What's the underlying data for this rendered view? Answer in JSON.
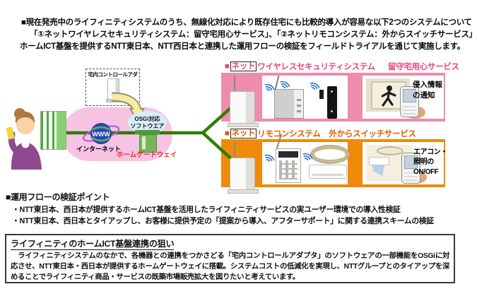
{
  "header": {
    "line1": "■現在発売中のライフィニティシステムのうち、無線化対応により既存住宅にも比較的導入が容易な以下2つのシステムについて",
    "line2": "「①ネットワイヤレスセキュリティシステム：留守宅用心サービス」、「②ネットリモコンシステム：外からスイッチサービス」",
    "line3": "ホームICT基盤を提供するNTT東日本、NTT西日本と連携した運用フローの検証をフィールドトライアルを通じて実施します。"
  },
  "diagram": {
    "adapter_label": "宅内コントロールアダプタ",
    "osgi_lines": [
      "OSGi対応",
      "ソフトウエア"
    ],
    "www_label": "WWW",
    "internet_label": "インターネット",
    "gateway_label": "ホームゲートウェイ"
  },
  "security_system": {
    "bullet": "■",
    "boxed_word": "ネット",
    "title": "ワイヤレスセキュリティシステム",
    "service": "留守宅用心サービス",
    "callout_lines": [
      "侵入情報",
      "の通知"
    ]
  },
  "remote_system": {
    "bullet": "■",
    "boxed_word": "ネット",
    "title": "リモコンシステム",
    "service": "外からスイッチサービス",
    "callout_lines": [
      "エアコン・",
      "照明の",
      "ON/OFF"
    ]
  },
  "verification": {
    "heading": "■運用フローの検証ポイント",
    "bullets": [
      "・NTT東日本、西日本が提供するホームICT基盤を活用したライフィニティサービスの実ユーザー環境での導入性検証",
      "・NTT東日本、西日本とタイアップし、お客様に提供予定の「提案から導入、アフターサポート」に関する連携スキームの検証"
    ]
  },
  "aim_box": {
    "title": "ライフィニティのホームICT基盤連携の狙い",
    "body": "　ライフィニティシステムのなかで、各機器との連携をつかさどる「宅内コントロールアダプタ」のソフトウェアの一部機能をOSGiに対応させ、NTT東日本・西日本が提供するホームゲートウェイに搭載。システムコストの低減化を実現し、NTTグループとのタイアップを深めることでライフィニティ商品・サービスの既築市場販売拡大を図りたいと考えています。"
  },
  "colors": {
    "security_accent": "#e8437e",
    "security_block": "#ee8cac",
    "remote_accent": "#e05a00",
    "remote_block": "#ef8a0a",
    "link_green": "#2c7e04",
    "gateway_label_red": "#e8281e",
    "oval_pink": "#f7c3e3",
    "osgi_blue": "#d8eef8"
  }
}
